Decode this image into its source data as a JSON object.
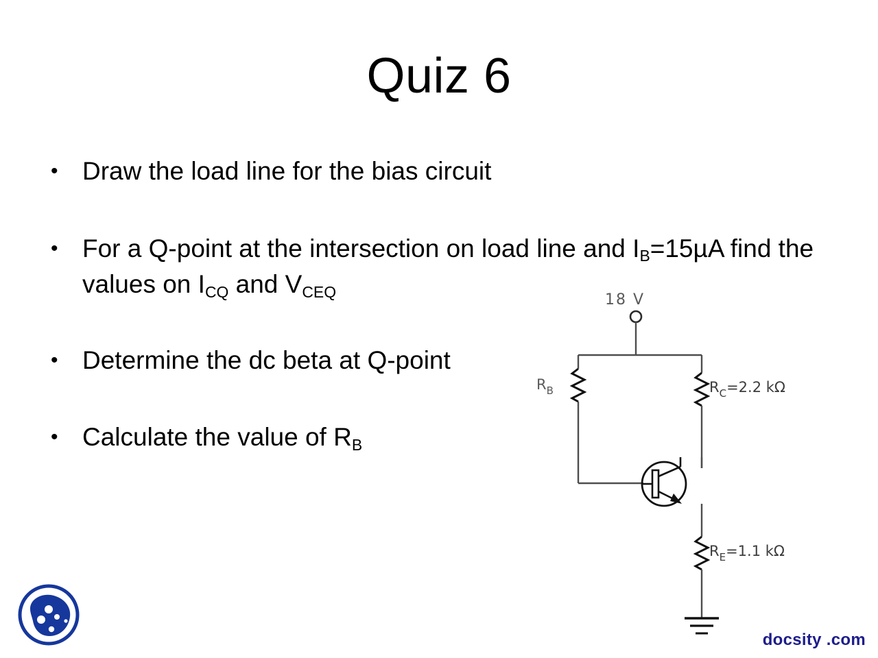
{
  "slide": {
    "title": "Quiz 6",
    "bullet_mark": "•",
    "bullets": [
      {
        "id": "draw-load-line",
        "parts": [
          {
            "t": "text",
            "v": "Draw the load line for the bias circuit"
          }
        ]
      },
      {
        "id": "q-point-values",
        "parts": [
          {
            "t": "text",
            "v": "For a Q-point at the intersection on load line and I"
          },
          {
            "t": "sub",
            "v": "B"
          },
          {
            "t": "text",
            "v": "=15µA find the values on I"
          },
          {
            "t": "sub",
            "v": "CQ"
          },
          {
            "t": "text",
            "v": " and V"
          },
          {
            "t": "sub",
            "v": "CEQ"
          }
        ]
      },
      {
        "id": "determine-dc-beta",
        "parts": [
          {
            "t": "text",
            "v": "Determine the dc beta at Q-point"
          }
        ]
      },
      {
        "id": "calculate-rb",
        "parts": [
          {
            "t": "text",
            "v": "Calculate the value of R"
          },
          {
            "t": "sub",
            "v": "B"
          }
        ]
      }
    ]
  },
  "circuit": {
    "name": "bjt-emitter-bias-circuit",
    "supply_label": "18 V",
    "rb_label": "R",
    "rb_sub": "B",
    "rc_label": "R",
    "rc_sub": "C",
    "rc_value": "=2.2 kΩ",
    "re_label": "R",
    "re_sub": "E",
    "re_value": "=1.1 kΩ",
    "wire_color": "#4d4d4d",
    "component_color": "#111111",
    "label_color": "#5a5a5a"
  },
  "branding": {
    "url": "docsity .com",
    "logo_name": "docsity-logo",
    "brand_color": "#1d1d8c"
  }
}
